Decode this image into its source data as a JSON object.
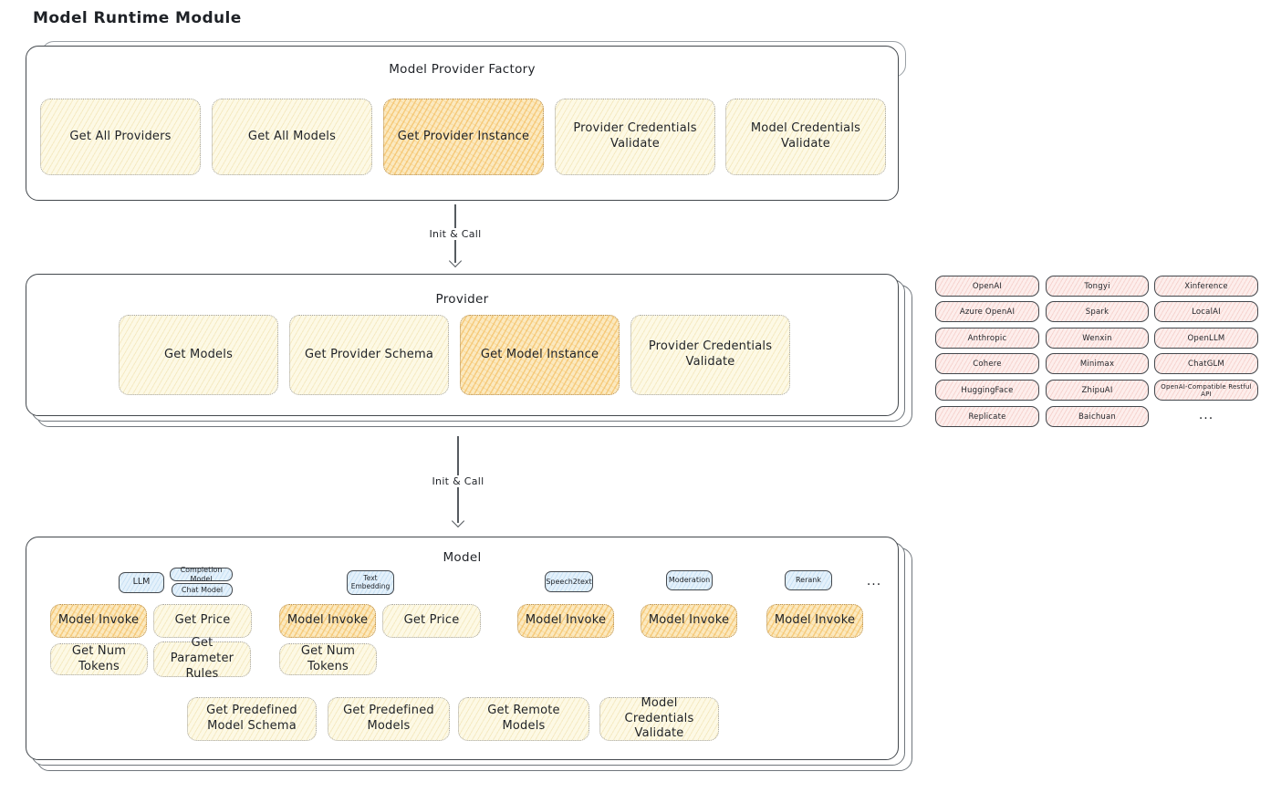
{
  "title": "Model Runtime Module",
  "arrows": {
    "init_call_1": "Init & Call",
    "init_call_2": "Init & Call"
  },
  "factory": {
    "title": "Model Provider Factory",
    "buttons": [
      {
        "label": "Get All Providers",
        "highlight": false
      },
      {
        "label": "Get All Models",
        "highlight": false
      },
      {
        "label": "Get Provider Instance",
        "highlight": true
      },
      {
        "label": "Provider Credentials Validate",
        "highlight": false
      },
      {
        "label": "Model Credentials Validate",
        "highlight": false
      }
    ]
  },
  "provider": {
    "title": "Provider",
    "buttons": [
      {
        "label": "Get Models",
        "highlight": false
      },
      {
        "label": "Get Provider Schema",
        "highlight": false
      },
      {
        "label": "Get Model Instance",
        "highlight": true
      },
      {
        "label": "Provider Credentials Validate",
        "highlight": false
      }
    ]
  },
  "provider_list": {
    "rows": [
      [
        "OpenAI",
        "Tongyi",
        "Xinference"
      ],
      [
        "Azure OpenAI",
        "Spark",
        "LocalAI"
      ],
      [
        "Anthropic",
        "Wenxin",
        "OpenLLM"
      ],
      [
        "Cohere",
        "Minimax",
        "ChatGLM"
      ],
      [
        "HuggingFace",
        "ZhipuAI",
        "OpenAI-Compatible Restful API"
      ],
      [
        "Replicate",
        "Baichuan",
        "..."
      ]
    ]
  },
  "model": {
    "title": "Model",
    "tabs": {
      "llm": "LLM",
      "completion": "Completion Model",
      "chat": "Chat Model",
      "text_embedding": "Text Embedding",
      "speech2text": "Speech2text",
      "moderation": "Moderation",
      "rerank": "Rerank",
      "more": "..."
    },
    "buttons": {
      "model_invoke": "Model Invoke",
      "get_price": "Get Price",
      "get_num_tokens": "Get Num Tokens",
      "get_parameter_rules": "Get Parameter Rules",
      "get_predefined_model_schema": "Get Predefined Model Schema",
      "get_predefined_models": "Get Predefined Models",
      "get_remote_models": "Get Remote Models",
      "model_credentials_validate": "Model Credentials Validate"
    }
  },
  "colors": {
    "highlight_fill": "#fbe9c0",
    "highlight_hatch": "#f3bc5b",
    "cream_fill": "#fdf9e5",
    "pink_fill": "#fdeeec",
    "blue_fill": "#e4f1fb",
    "border_dark": "#43484d"
  }
}
